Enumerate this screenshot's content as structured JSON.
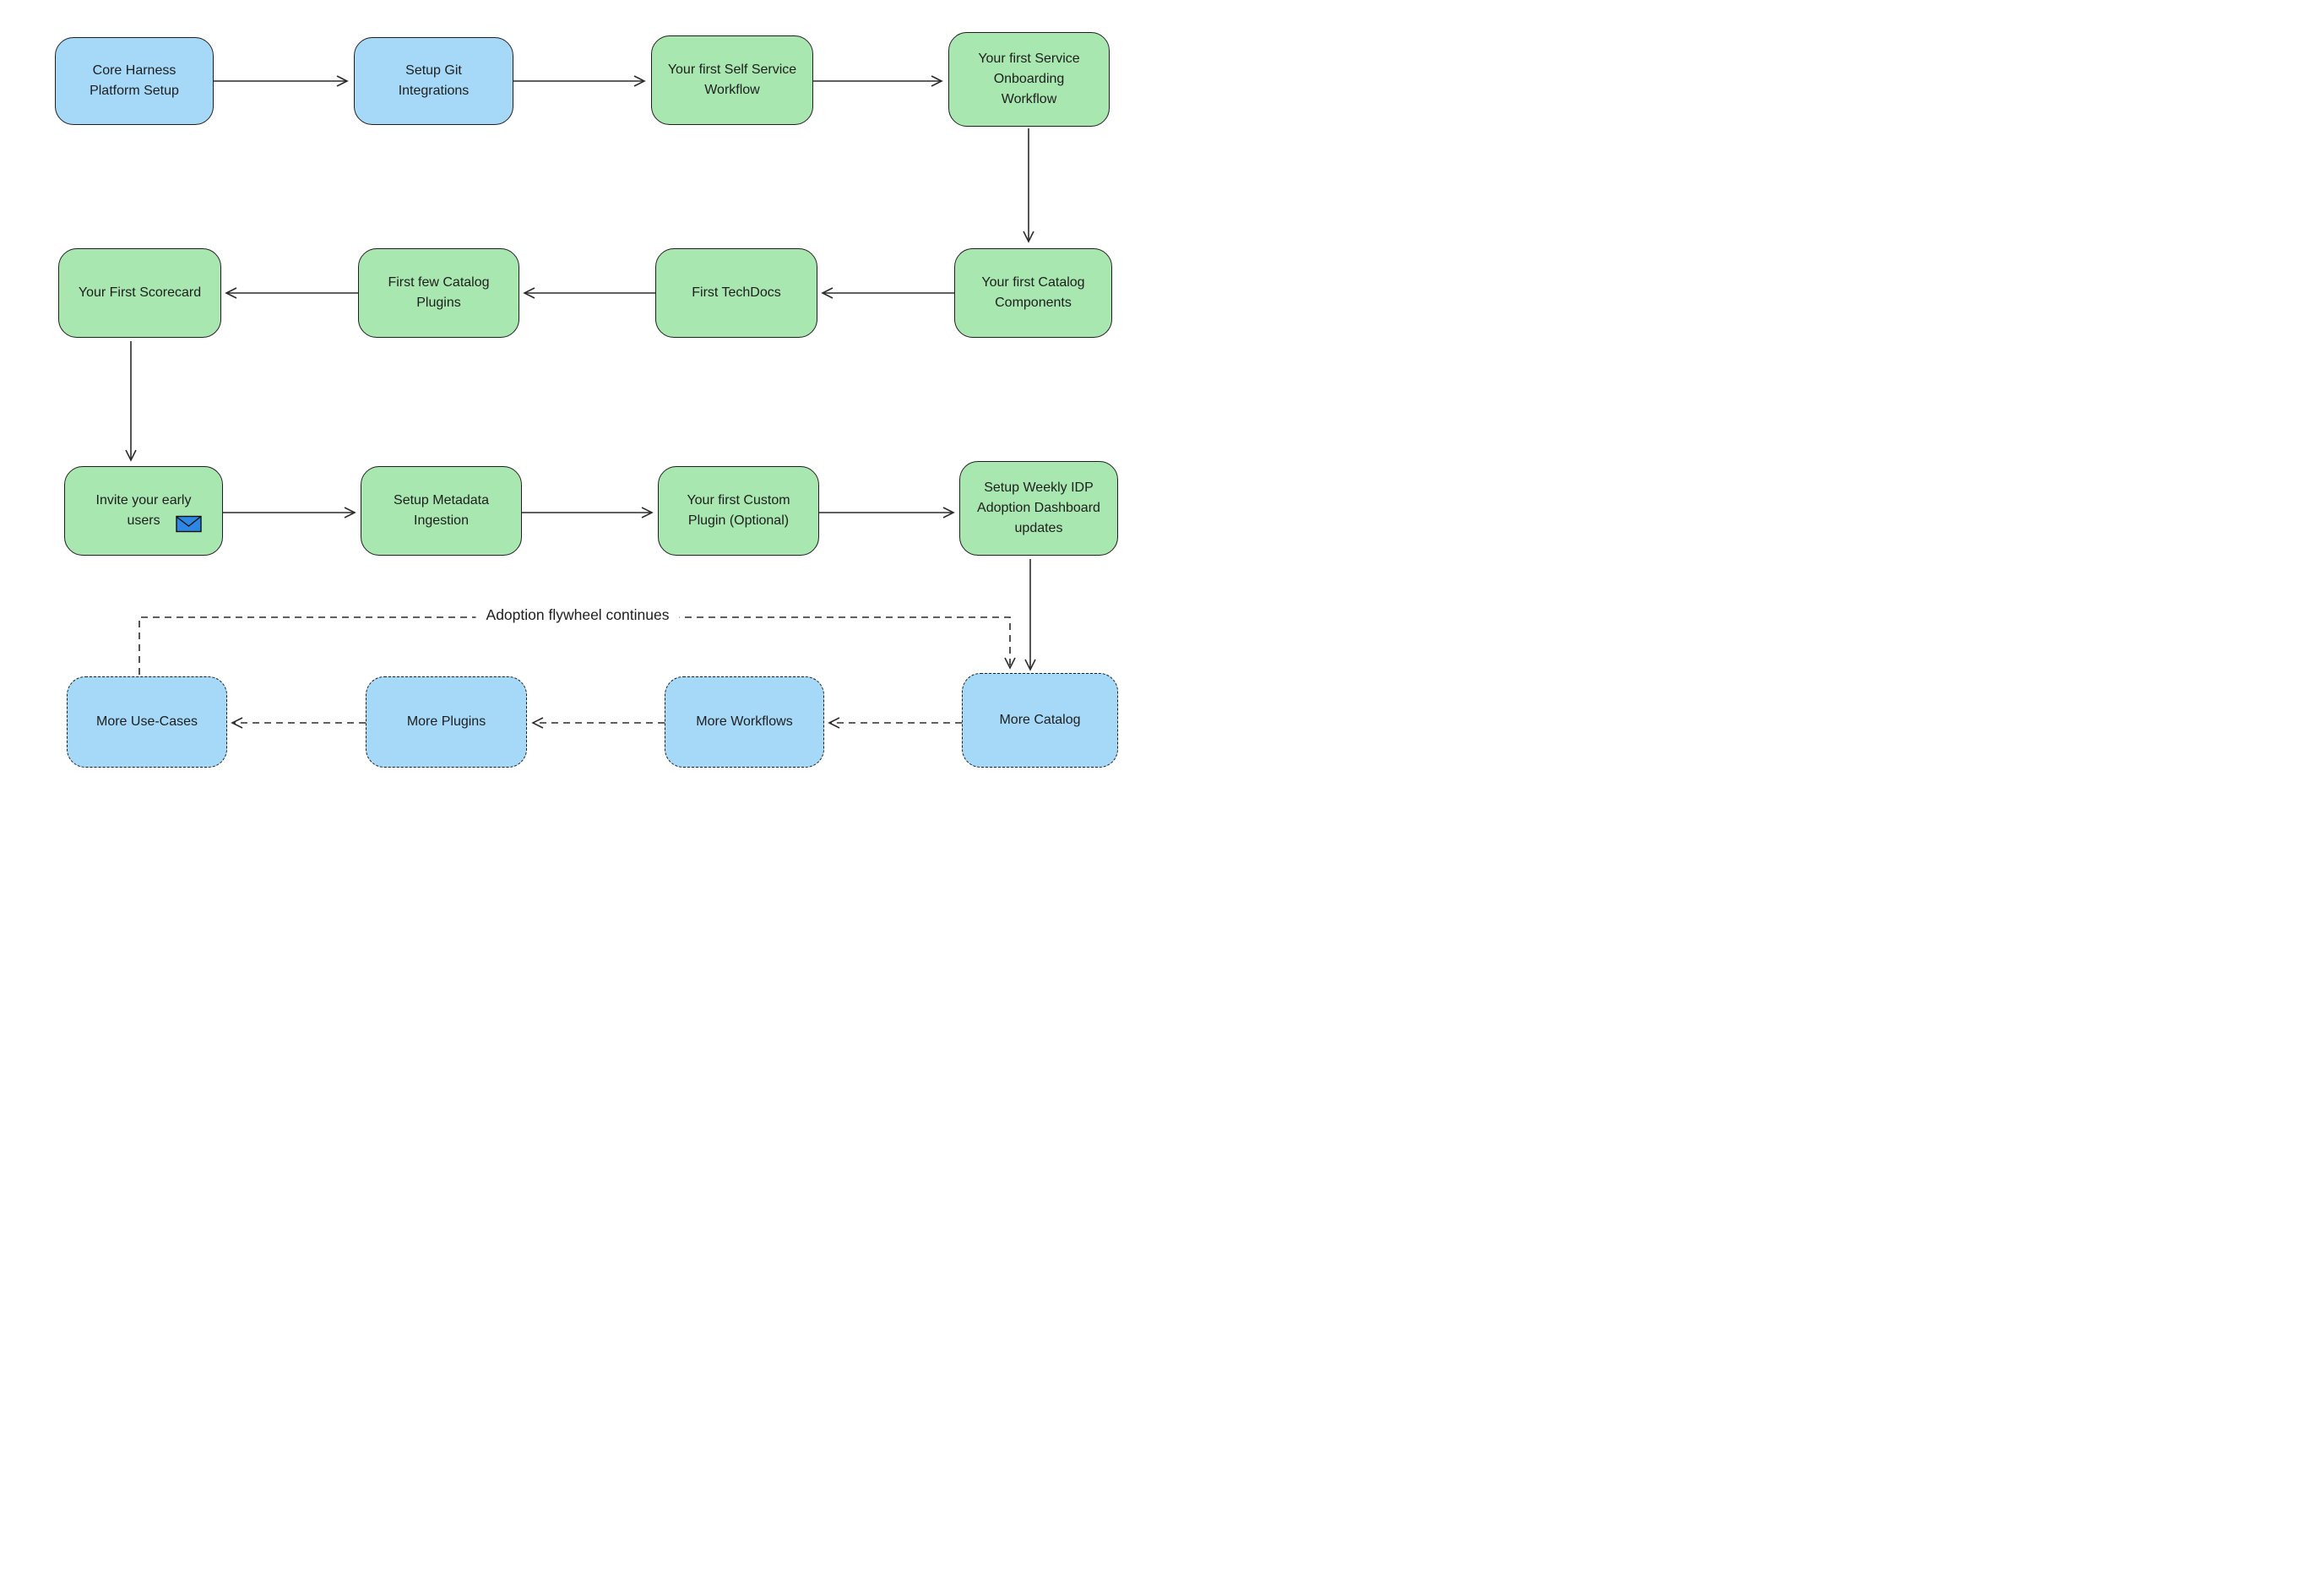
{
  "diagram": {
    "flywheel_label": "Adoption flywheel continues",
    "colors": {
      "blue_fill": "#a6d9f8",
      "green_fill": "#a8e7b0",
      "stroke": "#2b2b2b",
      "envelope_fill": "#2d87e3"
    },
    "nodes": [
      {
        "id": "core-harness-platform-setup",
        "label": "Core Harness\nPlatform Setup",
        "color": "blue",
        "border": "solid"
      },
      {
        "id": "setup-git-integrations",
        "label": "Setup Git\nIntegrations",
        "color": "blue",
        "border": "solid"
      },
      {
        "id": "first-self-service-workflow",
        "label": "Your first Self Service\nWorkflow",
        "color": "green",
        "border": "solid"
      },
      {
        "id": "first-service-onboarding-workflow",
        "label": "Your first Service\nOnboarding\nWorkflow",
        "color": "green",
        "border": "solid"
      },
      {
        "id": "first-catalog-components",
        "label": "Your first Catalog\nComponents",
        "color": "green",
        "border": "solid"
      },
      {
        "id": "first-techdocs",
        "label": "First TechDocs",
        "color": "green",
        "border": "solid"
      },
      {
        "id": "first-few-catalog-plugins",
        "label": "First few Catalog\nPlugins",
        "color": "green",
        "border": "solid"
      },
      {
        "id": "first-scorecard",
        "label": "Your First Scorecard",
        "color": "green",
        "border": "solid"
      },
      {
        "id": "invite-early-users",
        "label": "Invite your early\nusers",
        "color": "green",
        "border": "solid",
        "icon": "envelope-icon"
      },
      {
        "id": "setup-metadata-ingestion",
        "label": "Setup Metadata\nIngestion",
        "color": "green",
        "border": "solid"
      },
      {
        "id": "first-custom-plugin",
        "label": "Your first Custom\nPlugin (Optional)",
        "color": "green",
        "border": "solid"
      },
      {
        "id": "weekly-idp-adoption-dashboard",
        "label": "Setup Weekly IDP\nAdoption Dashboard\nupdates",
        "color": "green",
        "border": "solid"
      },
      {
        "id": "more-use-cases",
        "label": "More Use-Cases",
        "color": "blue",
        "border": "dashed"
      },
      {
        "id": "more-plugins",
        "label": "More Plugins",
        "color": "blue",
        "border": "dashed"
      },
      {
        "id": "more-workflows",
        "label": "More Workflows",
        "color": "blue",
        "border": "dashed"
      },
      {
        "id": "more-catalog",
        "label": "More Catalog",
        "color": "blue",
        "border": "dashed"
      }
    ],
    "edges": [
      {
        "from": "core-harness-platform-setup",
        "to": "setup-git-integrations",
        "style": "solid"
      },
      {
        "from": "setup-git-integrations",
        "to": "first-self-service-workflow",
        "style": "solid"
      },
      {
        "from": "first-self-service-workflow",
        "to": "first-service-onboarding-workflow",
        "style": "solid"
      },
      {
        "from": "first-service-onboarding-workflow",
        "to": "first-catalog-components",
        "style": "solid"
      },
      {
        "from": "first-catalog-components",
        "to": "first-techdocs",
        "style": "solid"
      },
      {
        "from": "first-techdocs",
        "to": "first-few-catalog-plugins",
        "style": "solid"
      },
      {
        "from": "first-few-catalog-plugins",
        "to": "first-scorecard",
        "style": "solid"
      },
      {
        "from": "first-scorecard",
        "to": "invite-early-users",
        "style": "solid"
      },
      {
        "from": "invite-early-users",
        "to": "setup-metadata-ingestion",
        "style": "solid"
      },
      {
        "from": "setup-metadata-ingestion",
        "to": "first-custom-plugin",
        "style": "solid"
      },
      {
        "from": "first-custom-plugin",
        "to": "weekly-idp-adoption-dashboard",
        "style": "solid"
      },
      {
        "from": "weekly-idp-adoption-dashboard",
        "to": "more-catalog",
        "style": "solid"
      },
      {
        "from": "more-use-cases",
        "to": "more-catalog",
        "style": "dashed",
        "label": "Adoption flywheel continues"
      },
      {
        "from": "more-catalog",
        "to": "more-workflows",
        "style": "dashed"
      },
      {
        "from": "more-workflows",
        "to": "more-plugins",
        "style": "dashed"
      },
      {
        "from": "more-plugins",
        "to": "more-use-cases",
        "style": "dashed"
      }
    ]
  }
}
